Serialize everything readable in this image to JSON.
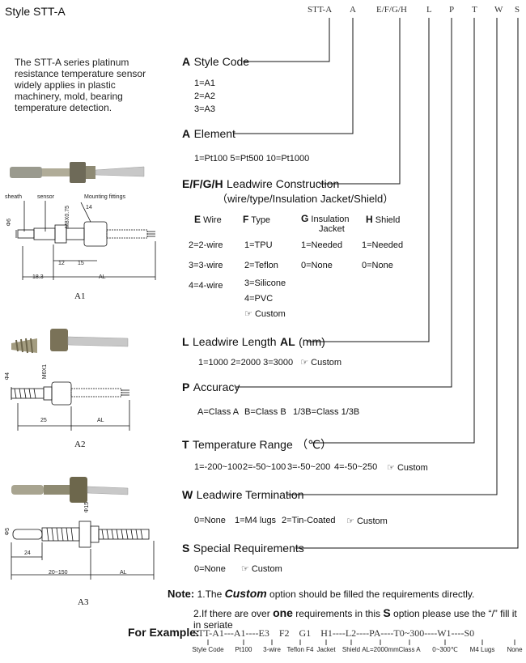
{
  "title": "Style STT-A",
  "intro": "The STT-A series platinum resistance temperature sensor widely applies in plastic machinery, mold, bearing temperature detection.",
  "code_header": [
    "STT-A",
    "A",
    "E/F/G/H",
    "L",
    "P",
    "T",
    "W",
    "S"
  ],
  "style_code": {
    "key": "A",
    "label": "Style Code",
    "options": [
      "1=A1",
      "2=A2",
      "3=A3"
    ]
  },
  "element": {
    "key": "A",
    "label": "Element",
    "options": "1=Pt100  5=Pt500  10=Pt1000"
  },
  "leadwire": {
    "key": "E/F/G/H",
    "label": "Leadwire Construction",
    "sub": "（wire/type/Insulation Jacket/Shield）",
    "columns": [
      {
        "key": "E",
        "name": "Wire",
        "options": [
          "2=2-wire",
          "3=3-wire",
          "4=4-wire"
        ]
      },
      {
        "key": "F",
        "name": "Type",
        "options": [
          "1=TPU",
          "2=Teflon",
          "3=Silicone",
          "4=PVC",
          "Custom"
        ]
      },
      {
        "key": "G",
        "name": "Insulation",
        "name2": "Jacket",
        "options": [
          "1=Needed",
          "0=None"
        ]
      },
      {
        "key": "H",
        "name": "Shield",
        "options": [
          "1=Needed",
          "0=None"
        ]
      }
    ]
  },
  "length": {
    "key": "L",
    "label": "Leadwire Length",
    "label_bold": "AL",
    "label_unit": "(mm)",
    "options": "1=1000  2=2000  3=3000",
    "custom": "Custom"
  },
  "accuracy": {
    "key": "P",
    "label": "Accuracy",
    "options": [
      "A=Class A",
      "B=Class B",
      "1/3B=Class 1/3B"
    ]
  },
  "temp": {
    "key": "T",
    "label": "Temperature Range",
    "unit": "（℃）",
    "options": [
      "1=-200~100",
      "2=-50~100",
      "3=-50~200",
      "4=-50~250"
    ],
    "custom": "Custom"
  },
  "termination": {
    "key": "W",
    "label": "Leadwire Termination",
    "options": [
      "0=None",
      "1=M4 lugs",
      "2=Tin-Coated"
    ],
    "custom": "Custom"
  },
  "special": {
    "key": "S",
    "label": "Special Requirements",
    "options": "0=None",
    "custom": "Custom"
  },
  "note": {
    "key": "Note:",
    "line1_a": "1.The ",
    "line1_b": "Custom",
    "line1_c": " option should be filled the requirements directly.",
    "line2_a": "2.If there are over ",
    "line2_b": "one",
    "line2_c": " requirements in this ",
    "line2_d": "S",
    "line2_e": " option please use the “/” fill it in seriate"
  },
  "example": {
    "key": "For Example:",
    "code": "STT-A1---A1----E3    F2    G1    H1----L2----PA----T0~300----W1----S0",
    "captions": [
      "Style Code",
      "Pt100",
      "3-wire",
      "Teflon F4",
      "Jacket",
      "Shield",
      "AL=2000mm",
      "Class A",
      "0~300℃",
      "M4 Lugs",
      "None"
    ]
  },
  "figures": {
    "a1": {
      "label": "A1",
      "callouts": [
        "sheath",
        "sensor",
        "Mounting fittings"
      ],
      "dims": [
        "Φ6",
        "M8X0.75",
        "14",
        "12",
        "15",
        "18.3",
        "AL"
      ]
    },
    "a2": {
      "label": "A2",
      "dims": [
        "Φ4",
        "M6X1",
        "25",
        "AL"
      ]
    },
    "a3": {
      "label": "A3",
      "dims": [
        "Φ5",
        "Φ15",
        "24",
        "20~150",
        "AL"
      ]
    }
  },
  "colors": {
    "metal": "#8a8a7a",
    "brass": "#7a6a3a",
    "line": "#111111"
  }
}
